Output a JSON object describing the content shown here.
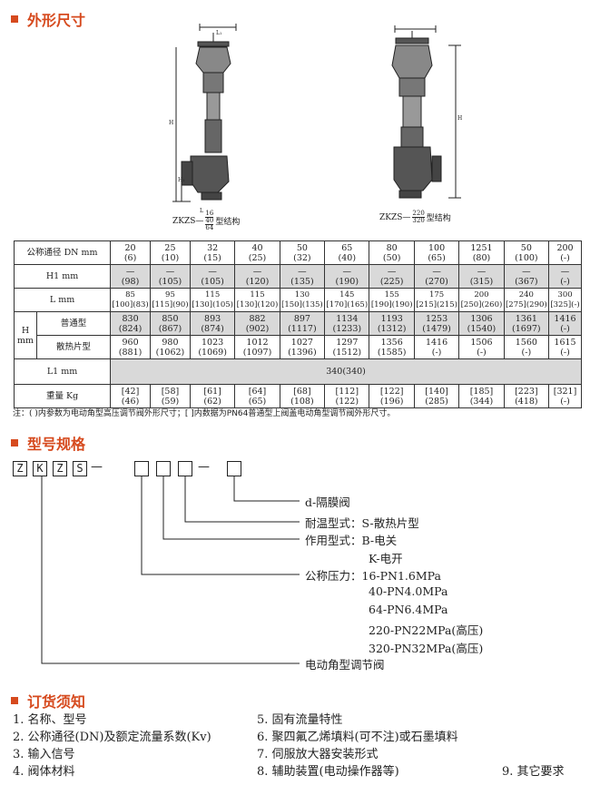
{
  "sections": {
    "dimensions": "外形尺寸",
    "model_spec": "型号规格",
    "ordering": "订货须知"
  },
  "drawings": {
    "left_caption": "ZKZS—",
    "left_caption_frac": [
      "16",
      "40",
      "64"
    ],
    "left_caption_suffix": "型结构",
    "right_caption": "ZKZS—",
    "right_caption_frac": [
      "220",
      "320"
    ],
    "right_caption_suffix": "型结构",
    "dim_labels": {
      "L1": "L₁",
      "H": "H",
      "H1": "H₁",
      "L": "L"
    }
  },
  "table": {
    "header_label": "公称通径 DN mm",
    "dn": [
      "20\n(6)",
      "25\n(10)",
      "32\n(15)",
      "40\n(25)",
      "50\n(32)",
      "65\n(40)",
      "80\n(50)",
      "100\n(65)",
      "1251\n(80)",
      "50\n(100)",
      "200\n(-)"
    ],
    "h1_label": "H1  mm",
    "h1": [
      "—\n(98)",
      "—\n(105)",
      "—\n(105)",
      "—\n(120)",
      "—\n(135)",
      "—\n(190)",
      "—\n(225)",
      "—\n(270)",
      "—\n(315)",
      "—\n(367)",
      "—\n(-)"
    ],
    "l_label": "L  mm",
    "l": [
      "85\n[100](83)",
      "95\n[115](90)",
      "115\n[130](105)",
      "115\n[130](120)",
      "130\n[150](135)",
      "145\n[170](165)",
      "155\n[190](190)",
      "175\n[215](215)",
      "200\n[250](260)",
      "240\n[275](290)",
      "300\n[325](-)"
    ],
    "h_label": "H\nmm",
    "h_normal_label": "普通型",
    "h_normal": [
      "830\n(824)",
      "850\n(867)",
      "893\n(874)",
      "882\n(902)",
      "897\n(1117)",
      "1134\n(1233)",
      "1193\n(1312)",
      "1253\n(1479)",
      "1306\n(1540)",
      "1361\n(1697)",
      "1416\n(-)"
    ],
    "h_fin_label": "散热片型",
    "h_fin": [
      "960\n(881)",
      "980\n(1062)",
      "1023\n(1069)",
      "1012\n(1097)",
      "1027\n(1396)",
      "1297\n(1512)",
      "1356\n(1585)",
      "1416\n(-)",
      "1506\n(-)",
      "1560\n(-)",
      "1615\n(-)"
    ],
    "l1_label": "L1 mm",
    "l1": "340(340)",
    "weight_label": "重量 Kg",
    "weight": [
      "[42]\n(46)",
      "[58]\n(59)",
      "[61]\n(62)",
      "[64]\n(65)",
      "[68]\n(108)",
      "[112]\n(122)",
      "[122]\n(196)",
      "[140]\n(285)",
      "[185]\n(344)",
      "[223]\n(418)",
      "[321]\n(-)"
    ]
  },
  "note": "注：( )内参数为电动角型高压调节阀外形尺寸；[ ]内数据为PN64普通型上阀盖电动角型调节阀外形尺寸。",
  "model": {
    "letters": [
      "Z",
      "K",
      "Z",
      "S"
    ],
    "dash": "—",
    "labels": {
      "d": "d-隔膜阀",
      "temp": "耐温型式：S-散热片型",
      "action": "作用型式：B-电关",
      "action2": "K-电开",
      "pressure": "公称压力：16-PN1.6MPa",
      "p40": "40-PN4.0MPa",
      "p64": "64-PN6.4MPa",
      "p220": "220-PN22MPa(高压)",
      "p320": "320-PN32MPa(高压)",
      "name": "电动角型调节阀"
    }
  },
  "ordering": {
    "items": [
      "1. 名称、型号",
      "2. 公称通径(DN)及额定流量系数(Kv)",
      "3. 输入信号",
      "4. 阀体材料",
      "5. 固有流量特性",
      "6. 聚四氟乙烯填料(可不注)或石墨填料",
      "7. 伺服放大器安装形式",
      "8. 辅助装置(电动操作器等)",
      "9. 其它要求"
    ]
  }
}
